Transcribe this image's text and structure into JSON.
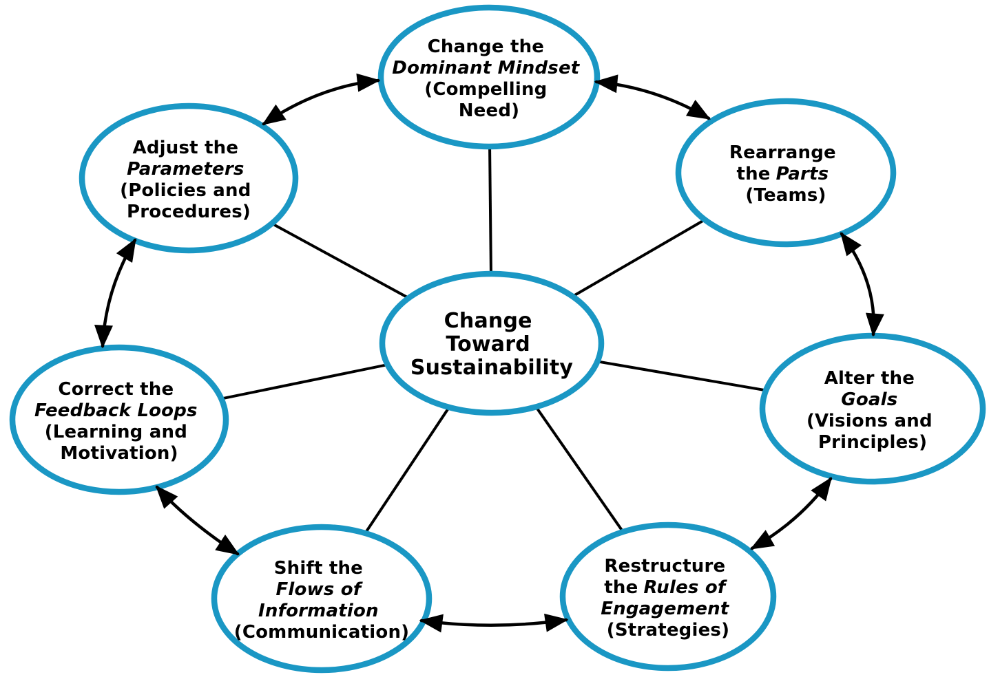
{
  "diagram": {
    "background_color": "#ffffff",
    "ellipse_stroke_color": "#1a97c4",
    "ellipse_fill_color": "#ffffff",
    "connector_color": "#000000",
    "text_color": "#000000",
    "arrow_style": "double-headed"
  },
  "center_node": {
    "lines": [
      "Change",
      "Toward",
      "Sustainability"
    ]
  },
  "nodes": {
    "dominant_mindset": {
      "l0": "Change the",
      "l1": "Dominant Mindset",
      "l2": "(Compelling",
      "l3": "Need)"
    },
    "rearrange_parts": {
      "l0": "Rearrange",
      "l1a": "the",
      "l1b": "Parts",
      "l2": "(Teams)"
    },
    "alter_goals": {
      "l0": "Alter the",
      "l1": "Goals",
      "l2": "(Visions and",
      "l3": "Principles)"
    },
    "restructure_rules": {
      "l0": "Restructure",
      "l1a": "the",
      "l1b": "Rules of",
      "l2": "Engagement",
      "l3": "(Strategies)"
    },
    "shift_flows": {
      "l0": "Shift the",
      "l1": "Flows of",
      "l2": "Information",
      "l3": "(Communication)"
    },
    "correct_feedback": {
      "l0": "Correct the",
      "l1": "Feedback Loops",
      "l2": "(Learning and",
      "l3": "Motivation)"
    },
    "adjust_parameters": {
      "l0": "Adjust the",
      "l1": "Parameters",
      "l2": "(Policies and",
      "l3": "Procedures)"
    }
  }
}
